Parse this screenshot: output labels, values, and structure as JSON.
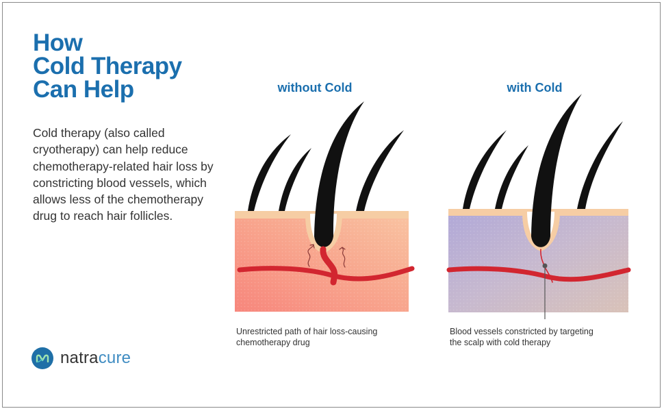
{
  "headline": {
    "line1": "How",
    "line2": "Cold Therapy",
    "line3": "Can Help"
  },
  "description": "Cold therapy (also called cryotherapy) can help reduce chemotherapy-related hair loss by constricting blood vessels, which allows less of the chemotherapy drug to reach hair follicles.",
  "panels": [
    {
      "title": "without Cold",
      "caption_line1": "Unrestricted path of hair loss-causing",
      "caption_line2": "chemotherapy drug"
    },
    {
      "title": "with Cold",
      "caption_line1": "Blood vessels constricted by targeting",
      "caption_line2": "the scalp with cold therapy"
    }
  ],
  "brand": {
    "name_part1": "natra",
    "name_part2": "cure",
    "icon": "natracure-logo-icon"
  },
  "colors": {
    "headline_blue": "#1b6fae",
    "vessel_red": "#d22630",
    "hair_black": "#111111",
    "skin_top": "#f6cda4",
    "warm_tissue": "#f6a58e",
    "cold_tissue": "#b7b1d6"
  }
}
